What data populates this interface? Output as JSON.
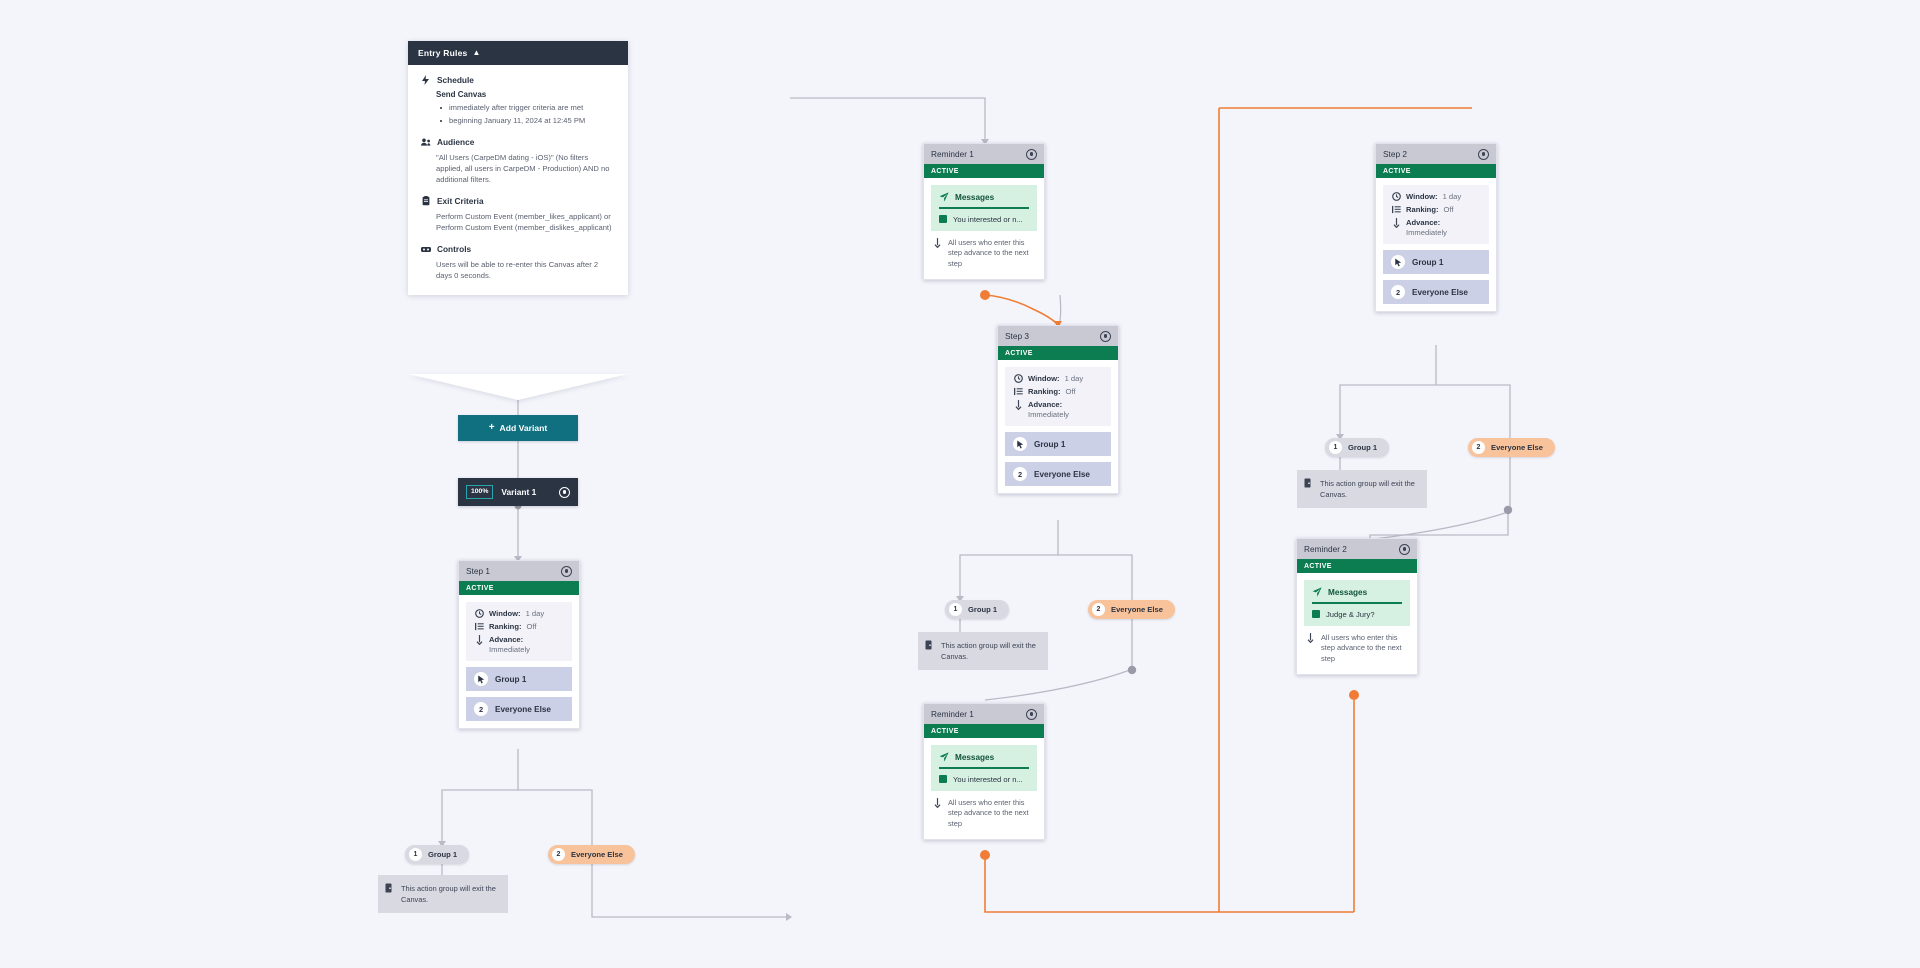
{
  "theme": {
    "background": "#f4f4fb",
    "dark": "#2b3443",
    "teal": "#107080",
    "active_green": "#0b7d50",
    "message_green": "#d6f0e2",
    "orange": "#f07d35",
    "pill_orange": "#f8c39a",
    "pill_grey": "#d9d9e2",
    "group_button": "#ccd0e6"
  },
  "entry_rules": {
    "title": "Entry Rules",
    "collapse_icon": "chevron-up-icon",
    "sections": [
      {
        "icon": "bolt-icon",
        "title": "Schedule",
        "subtitle": "Send Canvas",
        "bullets": [
          "immediately after trigger criteria are met",
          "beginning January 11, 2024 at 12:45 PM"
        ]
      },
      {
        "icon": "audience-icon",
        "title": "Audience",
        "text": "\"All Users (CarpeDM dating - iOS)\" (No filters applied, all users in CarpeDM - Production) AND no additional filters."
      },
      {
        "icon": "clipboard-icon",
        "title": "Exit Criteria",
        "text": "Perform Custom Event (member_likes_applicant) or Perform Custom Event (member_dislikes_applicant)"
      },
      {
        "icon": "controls-icon",
        "title": "Controls",
        "text": "Users will be able to re-enter this Canvas after 2 days 0 seconds."
      }
    ]
  },
  "add_variant": {
    "label": "Add Variant",
    "icon": "plus-icon"
  },
  "variant": {
    "percent": "100%",
    "label": "Variant 1",
    "settings_icon": "gear-icon"
  },
  "labels": {
    "status_active": "ACTIVE",
    "window_key": "Window:",
    "window_value": "1 day",
    "ranking_key": "Ranking:",
    "ranking_value": "Off",
    "advance_key": "Advance:",
    "advance_value": "Immediately",
    "group_1": "Group 1",
    "everyone_else": "Everyone Else",
    "group_num": "1",
    "everyone_num": "2",
    "messages": "Messages",
    "advance_note": "All users who enter this step advance to the next step",
    "exit_note": "This action group will exit the Canvas.",
    "settings_icon": "gear-icon",
    "window_icon": "clock-icon",
    "ranking_icon": "list-icon",
    "advance_icon": "arrow-down-icon",
    "message_icon": "paper-plane-icon",
    "channel_icon": "push-icon",
    "cursor_icon": "cursor-icon",
    "exit_icon": "door-icon"
  },
  "nodes": {
    "step1": {
      "title": "Step 1"
    },
    "step2": {
      "title": "Step 2"
    },
    "step3": {
      "title": "Step 3"
    },
    "reminder1_top": {
      "title": "Reminder 1",
      "message": "You interested or n..."
    },
    "reminder1_bottom": {
      "title": "Reminder 1",
      "message": "You interested or n..."
    },
    "reminder2": {
      "title": "Reminder 2",
      "message": "Judge & Jury?"
    }
  }
}
